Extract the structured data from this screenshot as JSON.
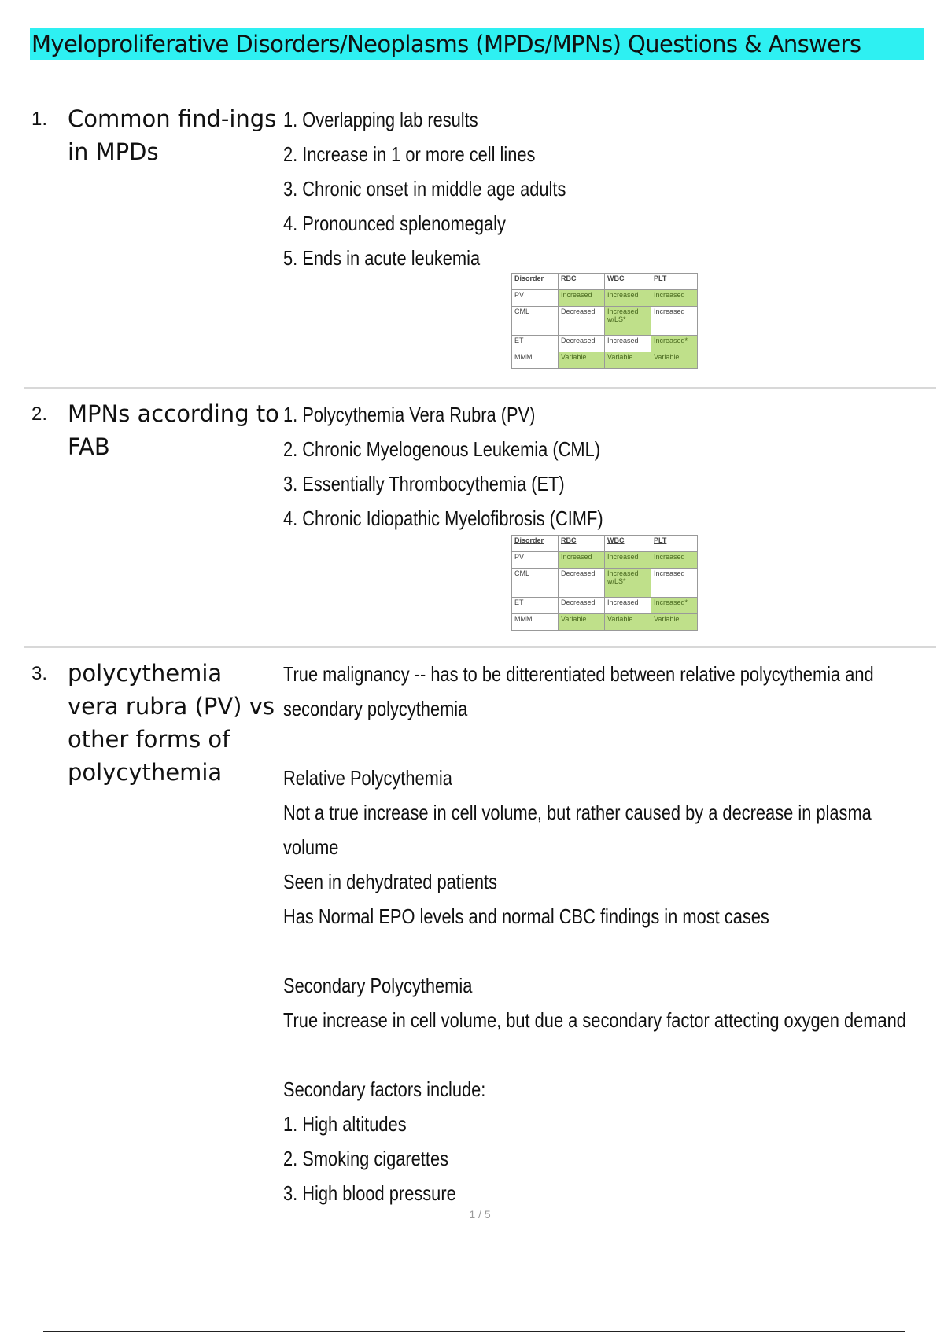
{
  "title": "Myeloproliferative Disorders/Neoplasms (MPDs/MPNs) Questions & Answers",
  "table": {
    "headers": [
      "Disorder",
      "RBC",
      "WBC",
      "PLT"
    ],
    "rows": [
      [
        "PV",
        "Increased",
        "Increased",
        "Increased"
      ],
      [
        "CML",
        "Decreased",
        "Increased w/LS*",
        "Increased"
      ],
      [
        "ET",
        "Decreased",
        "Increased",
        "Increased*"
      ],
      [
        "MMM",
        "Variable",
        "Variable",
        "Variable"
      ]
    ]
  },
  "items": [
    {
      "num": "1.",
      "question": "Common find-ings in MPDs",
      "answer": [
        "1. Overlapping lab results",
        "2. Increase in 1 or more cell lines",
        "3. Chronic onset in middle age adults",
        "4. Pronounced splenomegaly",
        "5. Ends in acute leukemia"
      ]
    },
    {
      "num": "2.",
      "question": "MPNs according to FAB",
      "answer": [
        "1. Polycythemia Vera Rubra (PV)",
        "2. Chronic Myelogenous Leukemia (CML)",
        "3. Essentially  Thrombocythemia  (ET)",
        "4. Chronic Idiopathic Myelofibrosis (CIMF)"
      ]
    },
    {
      "num": "3.",
      "question": "polycythemia vera rubra (PV) vs other forms of polycythemia",
      "answer": [
        "True malignancy -- has to be ditterentiated between relative polycythemia and",
        "secondary polycythemia",
        "",
        "Relative Polycythemia",
        "Not a true increase in cell volume, but rather caused by a decrease in plasma",
        "volume",
        "Seen in dehydrated patients",
        "Has Normal EPO levels and normal CBC findings in most cases",
        "",
        "Secondary  Polycythemia",
        "True increase in cell volume, but due a secondary factor attecting oxygen demand",
        "",
        "Secondary  factors  include:",
        "1. High altitudes",
        "2. Smoking cigarettes",
        "3. High blood pressure"
      ]
    }
  ],
  "page_number": "1 / 5",
  "colors": {
    "title_highlight": "#2ef0f2",
    "table_green": "#bfe08a"
  }
}
